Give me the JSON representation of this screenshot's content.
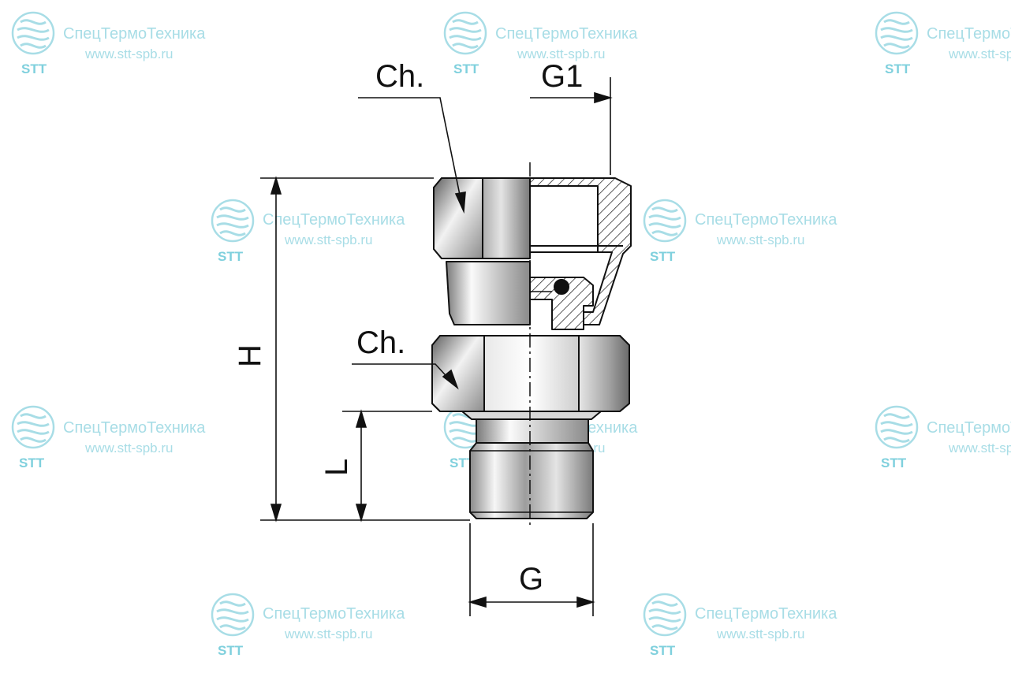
{
  "watermark": {
    "company": "СпецТермоТехника",
    "url": "www.stt-spb.ru",
    "abbr": "STT",
    "color": "#a8dde6"
  },
  "labels": {
    "chamfer_top": "Ch.",
    "chamfer_bottom": "Ch.",
    "thread_top": "G1",
    "thread_bottom": "G",
    "height": "H",
    "length": "L"
  },
  "colors": {
    "outline": "#111111",
    "metal_light": "#f4f4f4",
    "metal_dark": "#6e6e6e"
  }
}
